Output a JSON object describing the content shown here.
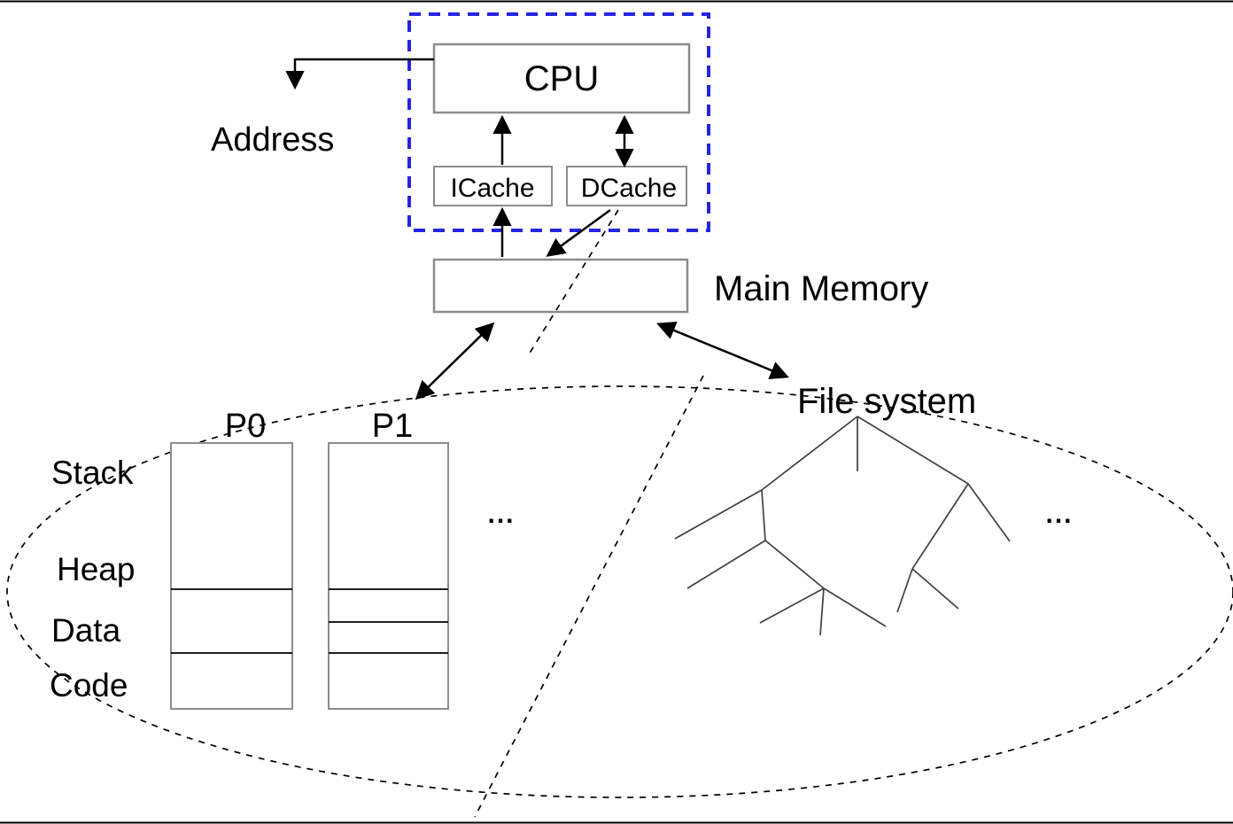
{
  "slide": {
    "cpu": {
      "label": "CPU"
    },
    "icache": {
      "label": "ICache"
    },
    "dcache": {
      "label": "DCache"
    },
    "address": {
      "label": "Address"
    },
    "main_memory": {
      "label": "Main Memory"
    },
    "file_system": {
      "label": "File system"
    },
    "processes": {
      "p0": {
        "label": "P0"
      },
      "p1": {
        "label": "P1"
      },
      "segments": [
        "Stack",
        "Heap",
        "Data",
        "Code"
      ],
      "ellipsis": "..."
    },
    "file_system_ellipsis": "...",
    "colors": {
      "cpu_boundary": "#2525e0",
      "box_stroke": "#8c8c8c",
      "line": "#000000",
      "tree_line": "#404040"
    }
  }
}
